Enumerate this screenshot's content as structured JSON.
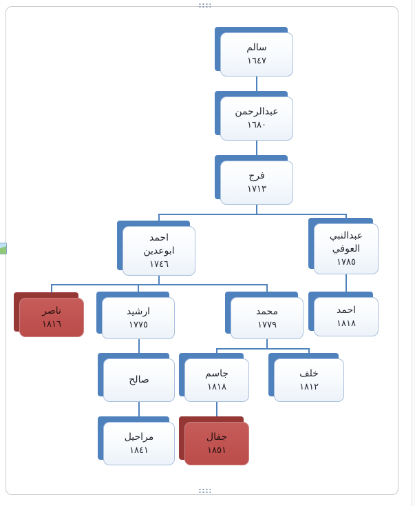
{
  "document": {
    "type": "family-tree-smartart",
    "background": "#ffffff"
  },
  "colors": {
    "accent_blue": "#4f81bd",
    "accent_red_back": "#943735",
    "accent_red_fill": "#c0504d",
    "node_border": "#a9c0dd",
    "connector": "#4f81bd",
    "canvas_border": "#cacaca",
    "text": "#23262e"
  },
  "icons": {
    "canvas_handle_top": "dots-handle",
    "canvas_handle_bottom": "dots-handle",
    "margin_object": "inline-object-icon"
  },
  "nodes": [
    {
      "id": "salem",
      "name": "سالم",
      "date": "١٦٤٧",
      "variant": "blue"
    },
    {
      "id": "abdulrahman",
      "name": "عبدالرحمن",
      "date": "١٦٨٠",
      "variant": "blue"
    },
    {
      "id": "faraj",
      "name": "فرج",
      "date": "١٧١٣",
      "variant": "blue"
    },
    {
      "id": "ahmad-abuadin",
      "name": "احمد ابوعدين",
      "date": "١٧٤٦",
      "variant": "blue"
    },
    {
      "id": "abdulnabi-alawfi",
      "name": "عبدالنبي العوفي",
      "date": "١٧٨٥",
      "variant": "blue"
    },
    {
      "id": "nasser",
      "name": "ناصر",
      "date": "١٨١٦",
      "variant": "red"
    },
    {
      "id": "arshid",
      "name": "ارشيد",
      "date": "١٧٧٥",
      "variant": "blue"
    },
    {
      "id": "mohammed",
      "name": "محمد",
      "date": "١٧٧٩",
      "variant": "blue"
    },
    {
      "id": "ahmad",
      "name": "احمد",
      "date": "١٨١٨",
      "variant": "blue"
    },
    {
      "id": "saleh",
      "name": "صالح",
      "date": "",
      "variant": "blue"
    },
    {
      "id": "jasim",
      "name": "جاسم",
      "date": "١٨١٨",
      "variant": "blue"
    },
    {
      "id": "khalaf",
      "name": "خلف",
      "date": "١٨١٢",
      "variant": "blue"
    },
    {
      "id": "marahil",
      "name": "مراحيل",
      "date": "١٨٤١",
      "variant": "blue"
    },
    {
      "id": "jaffal",
      "name": "جفال",
      "date": "١٨٥١",
      "variant": "red"
    }
  ],
  "edges": [
    {
      "from": "salem",
      "to": "abdulrahman"
    },
    {
      "from": "abdulrahman",
      "to": "faraj"
    },
    {
      "from": "faraj",
      "to": "ahmad-abuadin"
    },
    {
      "from": "faraj",
      "to": "abdulnabi-alawfi"
    },
    {
      "from": "ahmad-abuadin",
      "to": "nasser"
    },
    {
      "from": "ahmad-abuadin",
      "to": "arshid"
    },
    {
      "from": "ahmad-abuadin",
      "to": "mohammed"
    },
    {
      "from": "abdulnabi-alawfi",
      "to": "ahmad"
    },
    {
      "from": "arshid",
      "to": "saleh"
    },
    {
      "from": "saleh",
      "to": "marahil"
    },
    {
      "from": "mohammed",
      "to": "jasim"
    },
    {
      "from": "mohammed",
      "to": "khalaf"
    },
    {
      "from": "jasim",
      "to": "jaffal"
    }
  ],
  "highlighted_ids": [
    "nasser",
    "jaffal"
  ]
}
